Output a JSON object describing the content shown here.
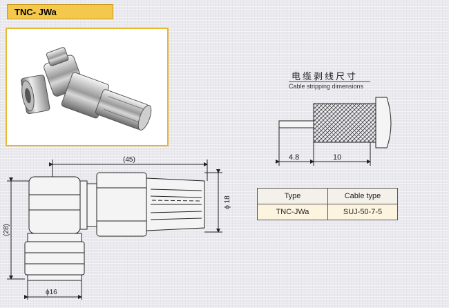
{
  "title": "TNC- JWa",
  "stripping": {
    "label_cn": "电缆剥线尺寸",
    "label_en": "Cable stripping dimensions",
    "dim_a": "4.8",
    "dim_b": "10"
  },
  "drawing": {
    "dim_length": "(45)",
    "dim_diameter_body": "ϕ 18",
    "dim_height": "(28)",
    "dim_diameter_nut": "ϕ16"
  },
  "table": {
    "headers": [
      "Type",
      "Cable type"
    ],
    "rows": [
      [
        "TNC-JWa",
        "SUJ-50-7-5"
      ]
    ]
  },
  "colors": {
    "title_bg": "#f4c84c",
    "frame_border": "#e6b830",
    "table_header_bg": "#f4f1ea",
    "table_row_bg": "#fdf4df"
  }
}
